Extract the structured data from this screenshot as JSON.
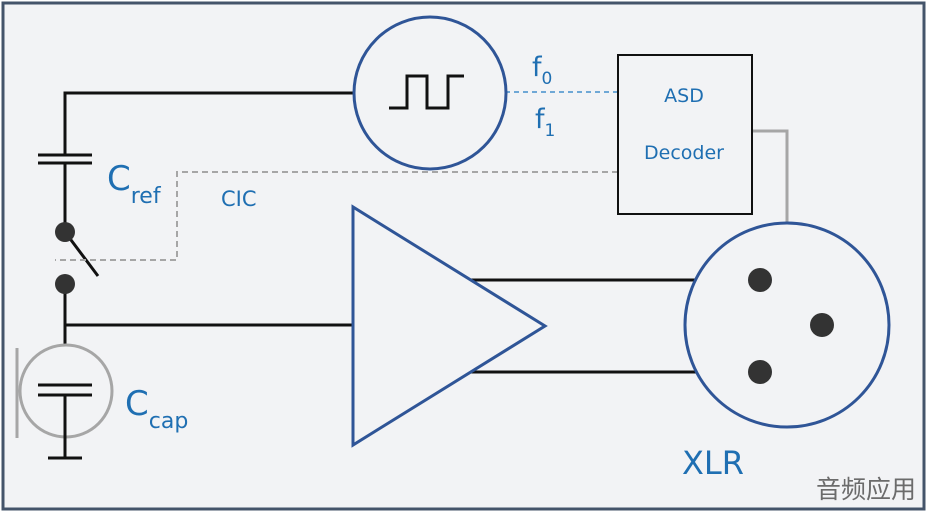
{
  "diagram": {
    "labels": {
      "f0": {
        "base": "f",
        "sub": "0"
      },
      "f1": {
        "base": "f",
        "sub": "1"
      },
      "asd": "ASD",
      "decoder": "Decoder",
      "cref": {
        "base": "C",
        "sub": "ref"
      },
      "cic": "CIC",
      "ccap": {
        "base": "C",
        "sub": "cap"
      },
      "xlr": "XLR"
    },
    "watermark": "音频应用",
    "colors": {
      "background": "#f2f3f5",
      "frame": "#44546a",
      "wire": "#111111",
      "signal_dash": "#6fa8d6",
      "control_dash": "#a6a6a6",
      "shape_stroke": "#2f5597",
      "label_blue": "#1f6fb2",
      "node": "#333333"
    }
  }
}
